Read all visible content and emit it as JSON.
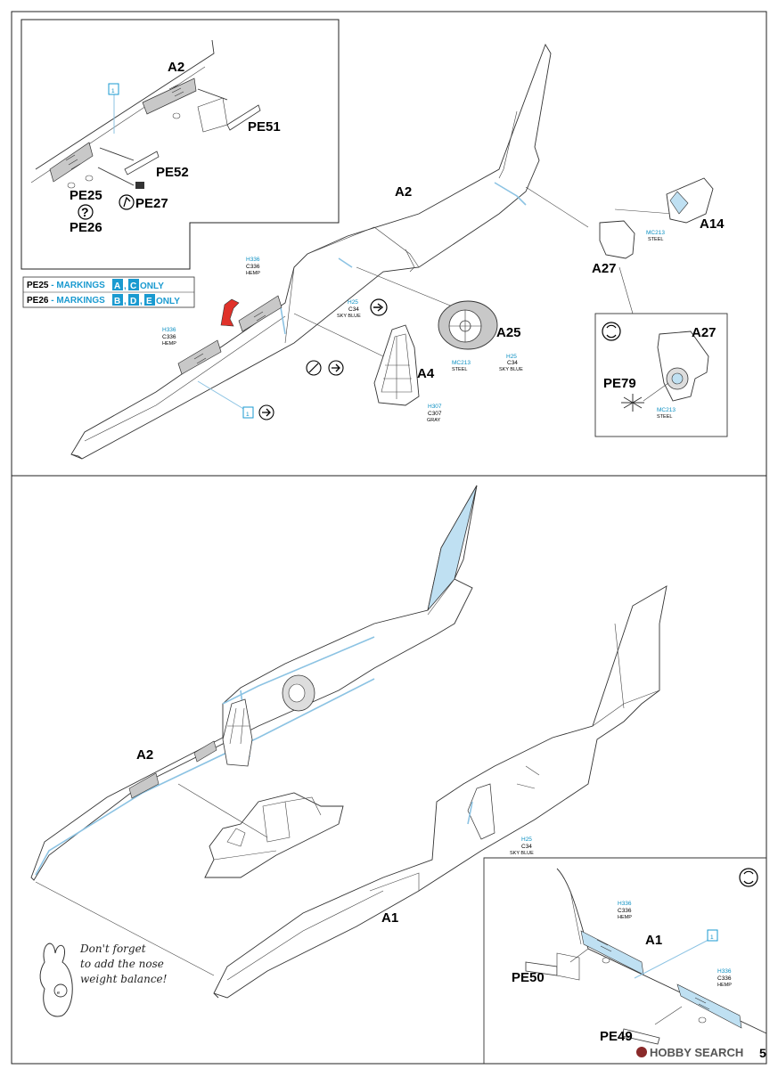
{
  "top": {
    "labels": {
      "a2_inset": "A2",
      "pe51": "PE51",
      "pe52": "PE52",
      "pe25": "PE25",
      "pe26": "PE26",
      "pe27": "PE27",
      "a2_main": "A2",
      "a14": "A14",
      "a27": "A27",
      "a25": "A25",
      "a4": "A4",
      "a27_inset": "A27",
      "pe79": "PE79"
    },
    "callouts": {
      "one_inset": "1",
      "one_main": "1"
    },
    "notes": [
      {
        "part": "PE25",
        "dash": " - MARKINGS ",
        "m1": "A",
        "sep": ",",
        "m2": "C",
        "only": " ONLY"
      },
      {
        "part": "PE26",
        "dash": " - MARKINGS ",
        "m1": "B",
        "sep": ",",
        "m2": "D",
        "sep2": ",",
        "m3": "E",
        "only": " ONLY"
      }
    ],
    "paints": {
      "hemp1_code": "H336",
      "hemp1_c": "C336",
      "hemp1_name": "HEMP",
      "hemp2_code": "H336",
      "hemp2_c": "C336",
      "hemp2_name": "HEMP",
      "sky1_code": "H25",
      "sky1_c": "C34",
      "sky1_name": "SKY BLUE",
      "steel1_code": "MC213",
      "steel1_name": "STEEL",
      "sky2_code": "H25",
      "sky2_c": "C34",
      "sky2_name": "SKY BLUE",
      "gray_code": "H307",
      "gray_c": "C307",
      "gray_name": "GRAY",
      "steel2_code": "MC213",
      "steel2_name": "STEEL",
      "steel3_code": "MC213",
      "steel3_name": "STEEL"
    }
  },
  "bottom": {
    "labels": {
      "a2": "A2",
      "a1": "A1",
      "a1_inset": "A1",
      "pe50": "PE50",
      "pe49": "PE49"
    },
    "callouts": {
      "one_inset": "1"
    },
    "paints": {
      "sky_code": "H25",
      "sky_c": "C34",
      "sky_name": "SKY BLUE",
      "hemp1_code": "H336",
      "hemp1_c": "C336",
      "hemp1_name": "HEMP",
      "hemp2_code": "H336",
      "hemp2_c": "C336",
      "hemp2_name": "HEMP"
    },
    "note_lines": [
      "Don't forget",
      "to add the nose",
      "weight balance!"
    ]
  },
  "watermark": "HOBBY SEARCH",
  "page_number": "5",
  "colors": {
    "callout_blue": "#1a9ad0",
    "sky_blue": "#bfe0f2",
    "red_part": "#e0322a"
  }
}
